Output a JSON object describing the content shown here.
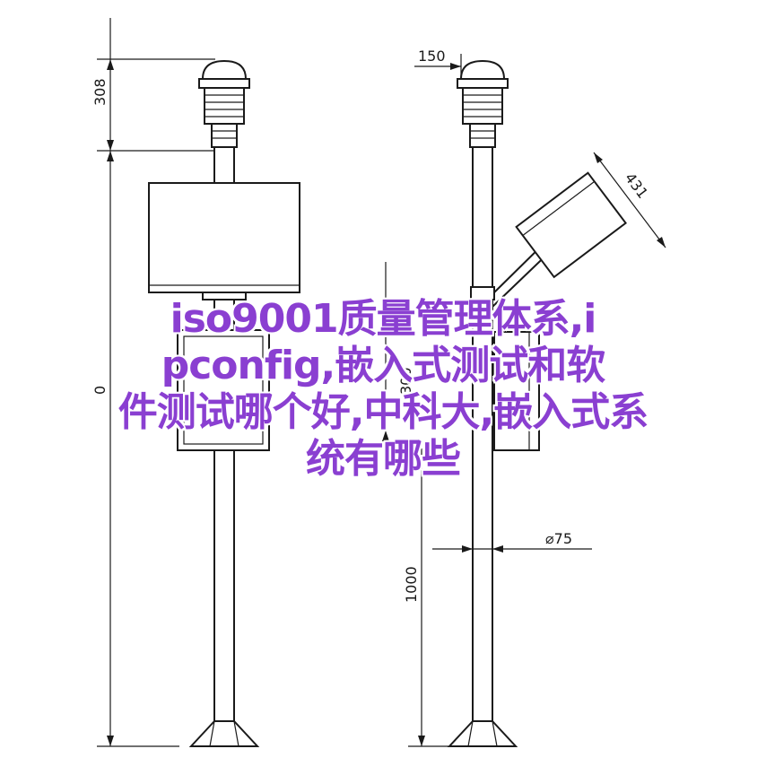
{
  "dimensions": {
    "total_height": "308",
    "crossarm": "150",
    "panel": "431",
    "pole_diameter": "⌀75",
    "base_height": "1000",
    "box_height": "300",
    "left_total": "0"
  },
  "title_overlay": {
    "line1": "iso9001质量管理体系,i",
    "line2": "pconfig,嵌入式测试和软",
    "line3": "件测试哪个好,中科大,嵌入式系",
    "line4": "统有哪些"
  },
  "colors": {
    "line": "#1a1a1a",
    "overlay_text": "#8a3fd1",
    "background": "#ffffff"
  }
}
